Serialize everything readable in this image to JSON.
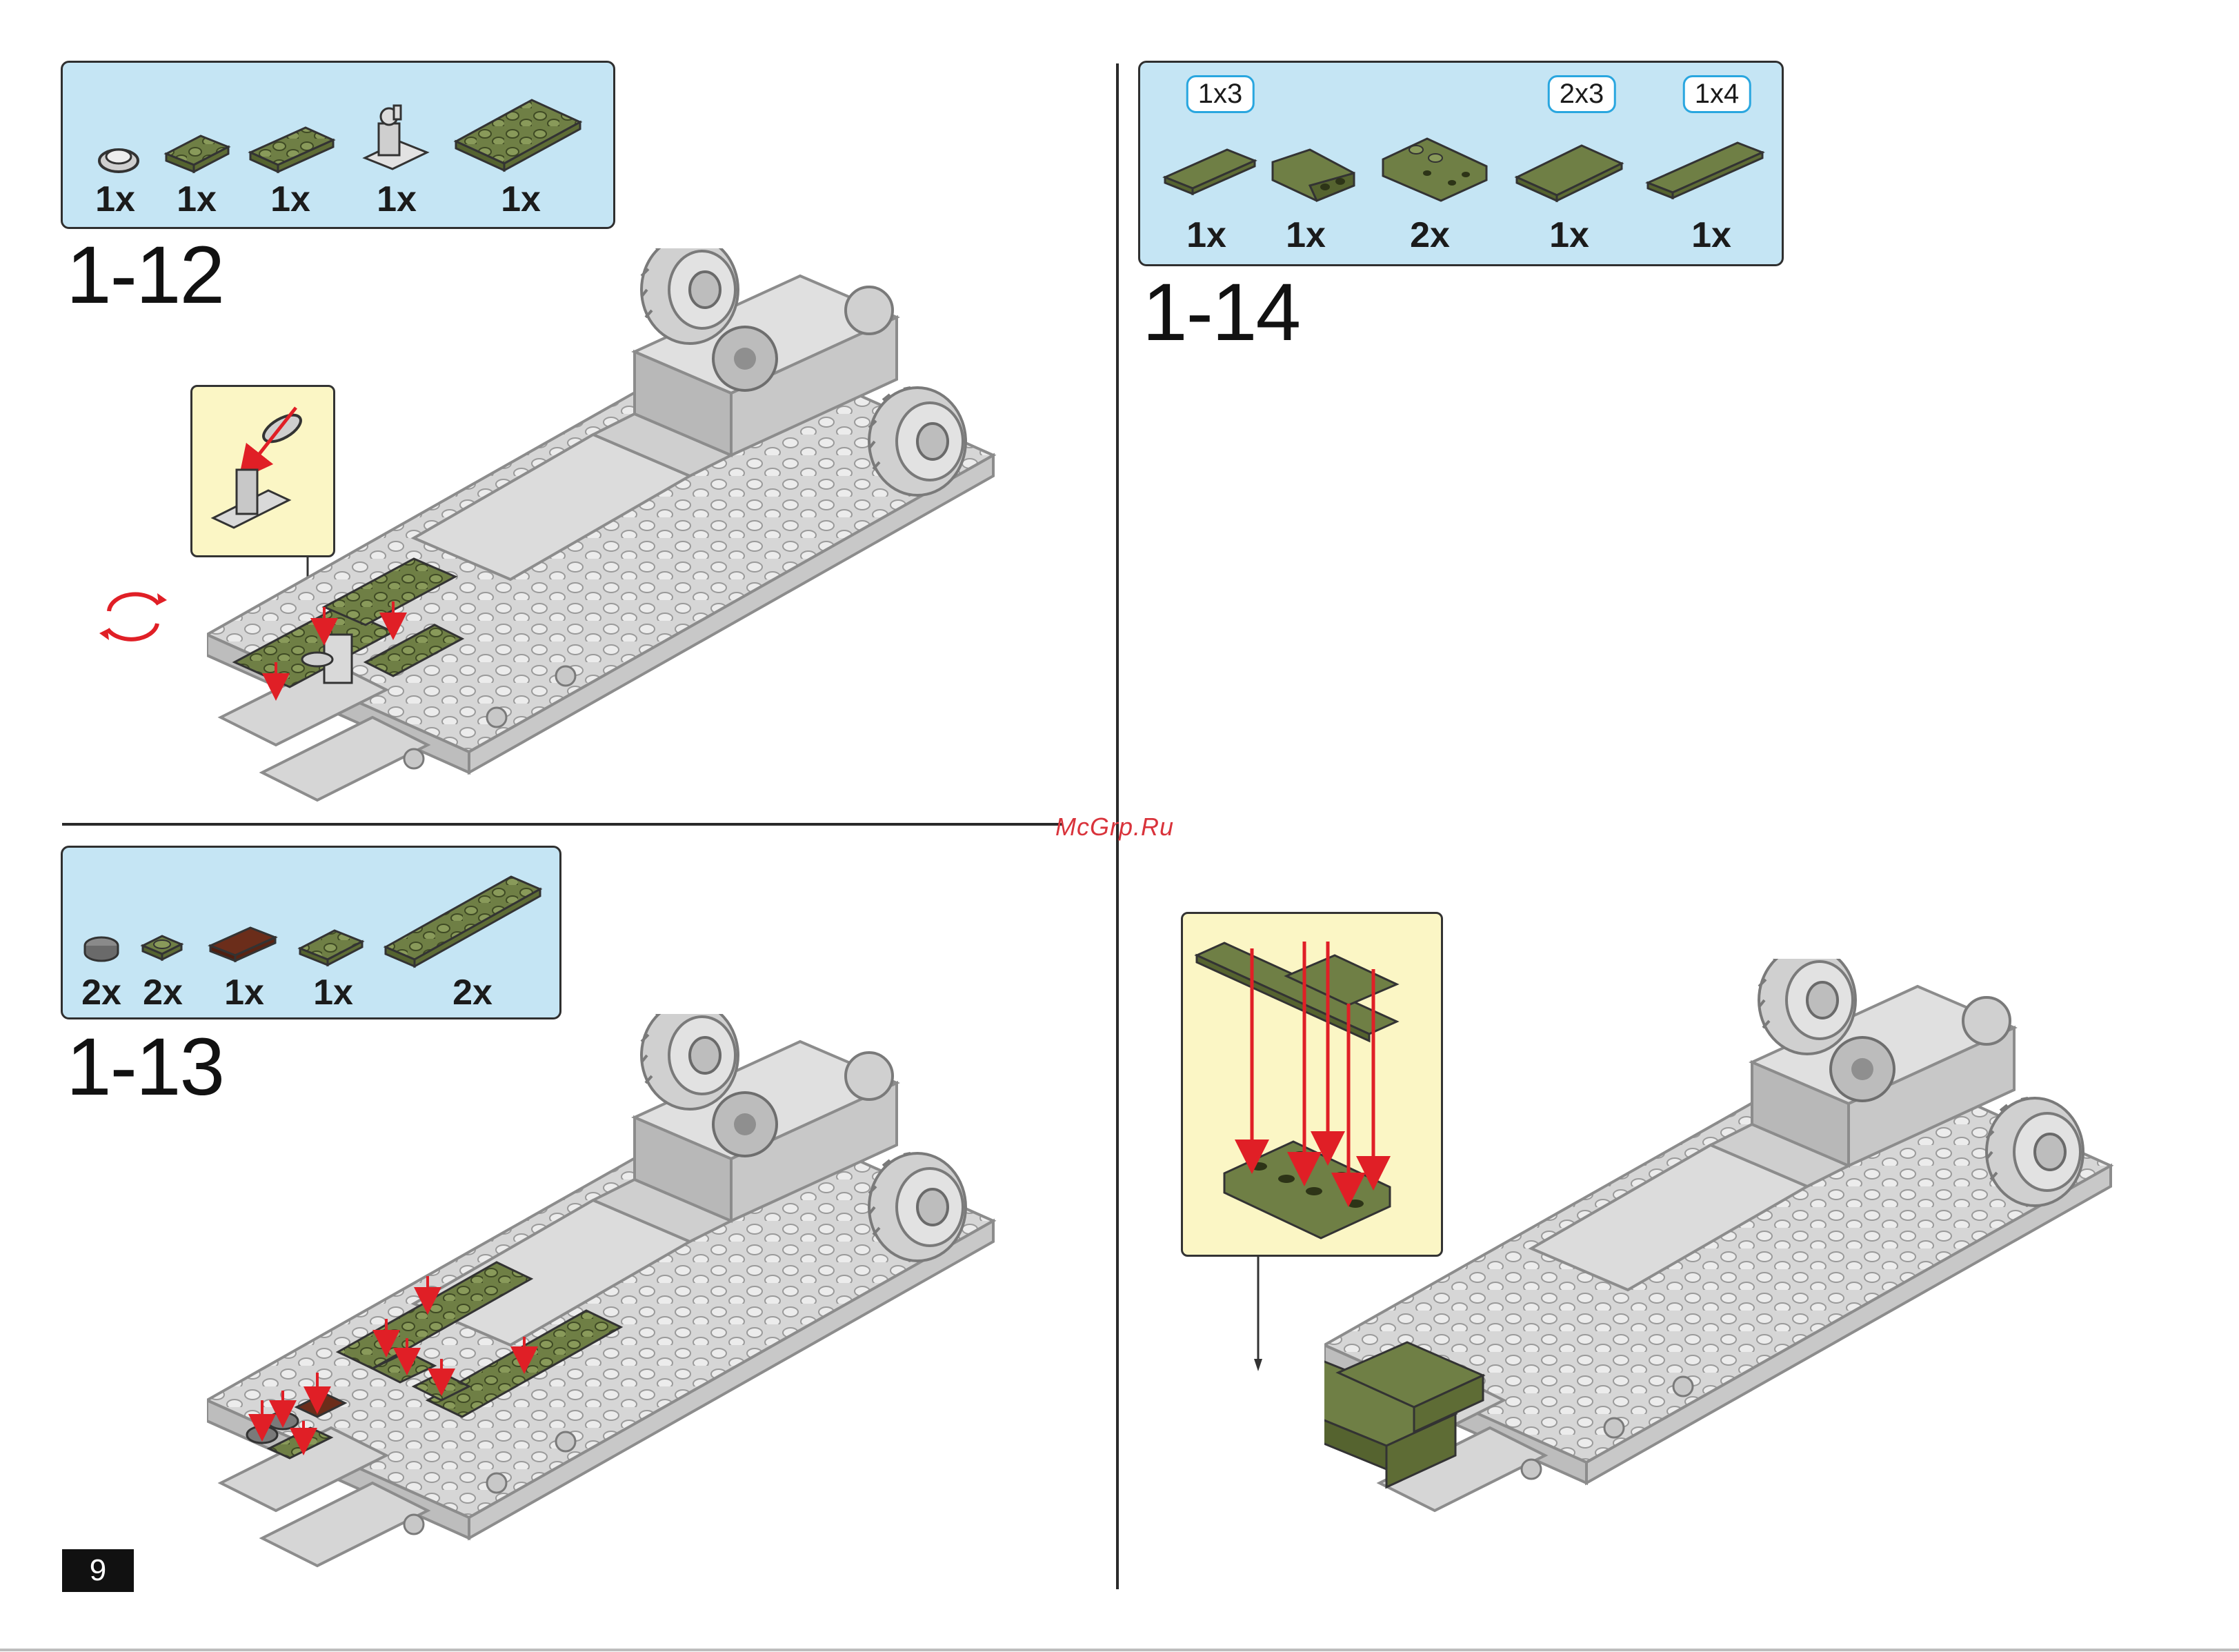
{
  "page_number": "9",
  "watermark": "McGrp.Ru",
  "steps": [
    {
      "id": "1-12",
      "label": "1-12",
      "parts": [
        {
          "icon": "round-tile-icon",
          "qty": "1x"
        },
        {
          "icon": "plate-1x2-green-icon",
          "qty": "1x"
        },
        {
          "icon": "plate-1x3-green-icon",
          "qty": "1x"
        },
        {
          "icon": "bracket-with-clip-icon",
          "qty": "1x"
        },
        {
          "icon": "plate-2x4-green-icon",
          "qty": "1x"
        }
      ]
    },
    {
      "id": "1-13",
      "label": "1-13",
      "parts": [
        {
          "icon": "round-tile-gray-icon",
          "qty": "2x"
        },
        {
          "icon": "plate-1x1-green-icon",
          "qty": "2x"
        },
        {
          "icon": "tile-1x2-brown-icon",
          "qty": "1x"
        },
        {
          "icon": "plate-1x2-green-icon",
          "qty": "1x"
        },
        {
          "icon": "plate-1x6-green-icon",
          "qty": "2x"
        }
      ]
    },
    {
      "id": "1-14",
      "label": "1-14",
      "parts": [
        {
          "icon": "tile-1x3-green-icon",
          "qty": "1x",
          "size_tag": "1x3"
        },
        {
          "icon": "slope-inverted-green-icon",
          "qty": "1x",
          "size_tag": ""
        },
        {
          "icon": "slope-double-green-icon",
          "qty": "2x",
          "size_tag": ""
        },
        {
          "icon": "tile-2x3-green-icon",
          "qty": "1x",
          "size_tag": "2x3"
        },
        {
          "icon": "tile-1x4-green-icon",
          "qty": "1x",
          "size_tag": "1x4"
        }
      ]
    }
  ],
  "colors": {
    "parts_box_bg": "#c5e5f4",
    "callout_bg": "#fbf6c5",
    "brick_green": "#6f7f45",
    "brick_gray": "#d4d4d4",
    "arrow_red": "#e01f26",
    "size_tag_border": "#29a6df"
  }
}
